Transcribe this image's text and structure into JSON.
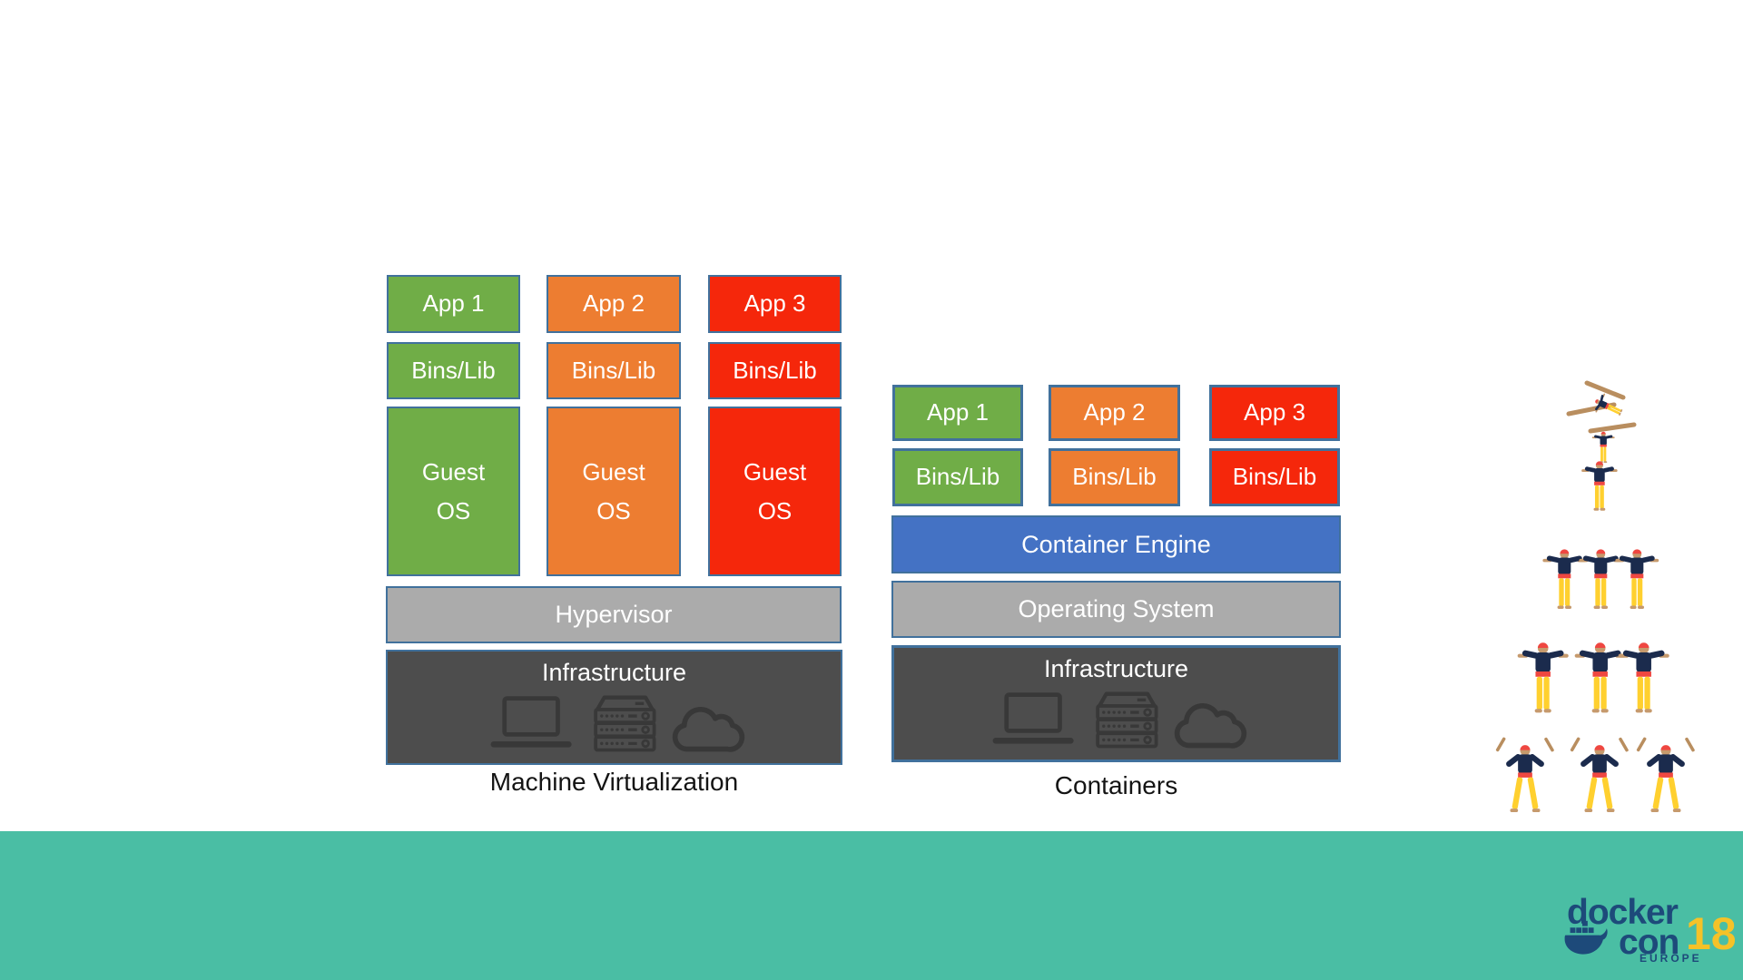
{
  "slide": {
    "background": "#FFFFFF",
    "band_color": "#4ABEA4"
  },
  "colors": {
    "green": "#70AD47",
    "orange": "#ED7D31",
    "red": "#F5270B",
    "engine_blue": "#4472C4",
    "bar_gray": "#ABABAB",
    "infra_dark_gray": "#4D4D4D",
    "box_border_blue": "#41719C",
    "footer_teal": "#4ABEA4",
    "logo_navy": "#1D4A7A",
    "logo_yellow": "#F5C228"
  },
  "machine_virtualization": {
    "label": "Machine Virtualization",
    "columns": [
      {
        "app": "App 1",
        "bins": "Bins/Lib",
        "guest_os": "Guest\nOS"
      },
      {
        "app": "App 2",
        "bins": "Bins/Lib",
        "guest_os": "Guest\nOS"
      },
      {
        "app": "App 3",
        "bins": "Bins/Lib",
        "guest_os": "Guest\nOS"
      }
    ],
    "hypervisor": "Hypervisor",
    "infrastructure": "Infrastructure"
  },
  "containers": {
    "label": "Containers",
    "columns": [
      {
        "app": "App 1",
        "bins": "Bins/Lib"
      },
      {
        "app": "App 2",
        "bins": "Bins/Lib"
      },
      {
        "app": "App 3",
        "bins": "Bins/Lib"
      }
    ],
    "container_engine": "Container Engine",
    "operating_system": "Operating System",
    "infrastructure": "Infrastructure"
  },
  "logo": {
    "word_top": "docker",
    "word_bottom": "con",
    "year": "18",
    "region": "EUROPE"
  },
  "icons": {
    "infrastructure": [
      "laptop-icon",
      "server-rack-icon",
      "cloud-icon"
    ],
    "logo": "docker-whale-icon",
    "illustration": "casteller-human-pyramid"
  }
}
